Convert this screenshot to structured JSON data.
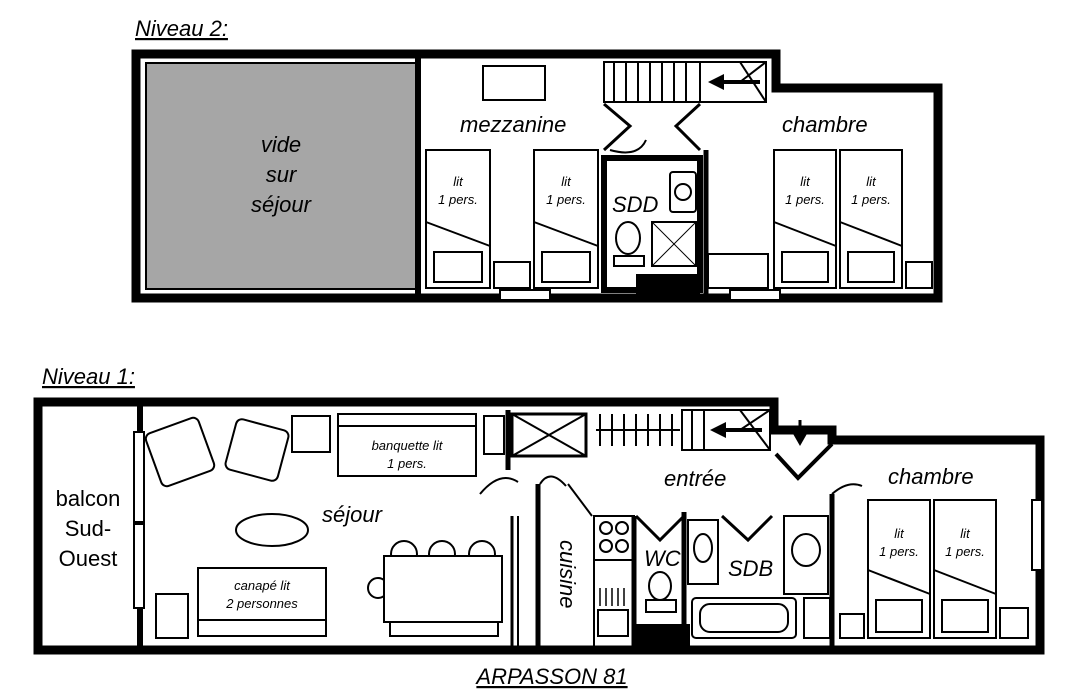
{
  "levels": {
    "level2": {
      "heading": "Niveau 2:",
      "void_label": [
        "vide",
        "sur",
        "séjour"
      ],
      "rooms": {
        "mezzanine": "mezzanine",
        "bathroom": "SDD",
        "bedroom": "chambre"
      },
      "bed_label": [
        "lit",
        "1 pers."
      ]
    },
    "level1": {
      "heading": "Niveau 1:",
      "balcony_label": [
        "balcon",
        "Sud-",
        "Ouest"
      ],
      "rooms": {
        "living": "séjour",
        "entry": "entrée",
        "kitchen": "cuisine",
        "wc": "WC",
        "bathroom": "SDB",
        "bedroom": "chambre"
      },
      "sofa_bed": [
        "canapé lit",
        "2 personnes"
      ],
      "bench_bed": [
        "banquette lit",
        "1 pers."
      ],
      "bed_label": [
        "lit",
        "1 pers."
      ]
    }
  },
  "footer": {
    "title": "ARPASSON 81"
  },
  "colors": {
    "wall": "#000000",
    "void_fill": "#a6a6a6",
    "background": "#ffffff"
  }
}
